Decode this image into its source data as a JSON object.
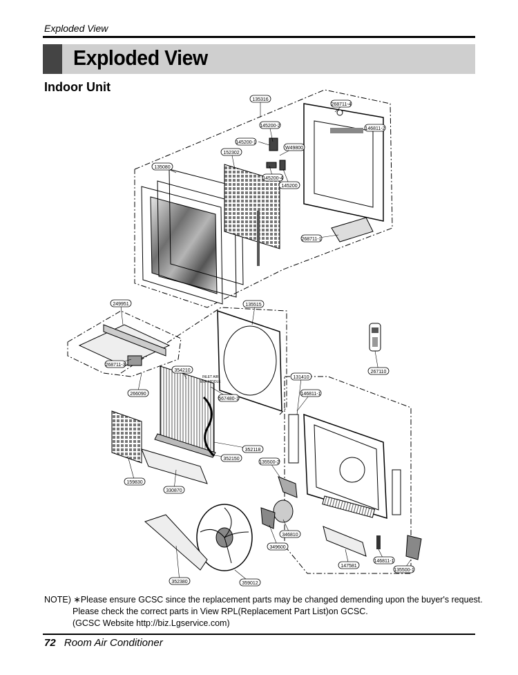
{
  "header": {
    "running_title": "Exploded View"
  },
  "title": "Exploded View",
  "section": "Indoor Unit",
  "part_labels": {
    "p135316": "135316",
    "p268711_4": "268711-4",
    "p146811_2": "146811-2",
    "p145200_2": "145200-2",
    "p145200_1": "145200-1",
    "pW49800": "W49800",
    "p152302": "152302",
    "p135080": "135080",
    "p145200_4": "145200-4",
    "p145200": "145200",
    "p268711_1": "268711-1",
    "p249951": "249951",
    "p135515": "135515",
    "p268711_3": "268711-3",
    "p354210": "354210",
    "p131410": "131410",
    "p267110": "267110",
    "p266090": "266090",
    "p146811_1a": "146811-1",
    "p567480_1": "567480-1",
    "p352118": "352118",
    "p352150": "352150",
    "p135500_2": "135500-2",
    "p159830": "159830",
    "p330870": "330870",
    "p346810": "346810",
    "p349600": "349600",
    "p147581": "147581",
    "p146811_1b": "146811-1",
    "p135500_1": "135500-1",
    "p352380": "352380",
    "p359012": "359012"
  },
  "diagram_text": {
    "inlet_air": "INLET AIR",
    "eva_middle": "EVA MIDDLE"
  },
  "note": {
    "line1": "NOTE) ∗Please ensure GCSC since the replacement parts may be changed demending upon the buyer's request.",
    "line2": "Please check the correct parts in View RPL(Replacement Part List)on GCSC.",
    "line3": "(GCSC Website http://biz.Lgservice.com)"
  },
  "footer": {
    "page_number": "72",
    "title": "Room Air Conditioner"
  }
}
